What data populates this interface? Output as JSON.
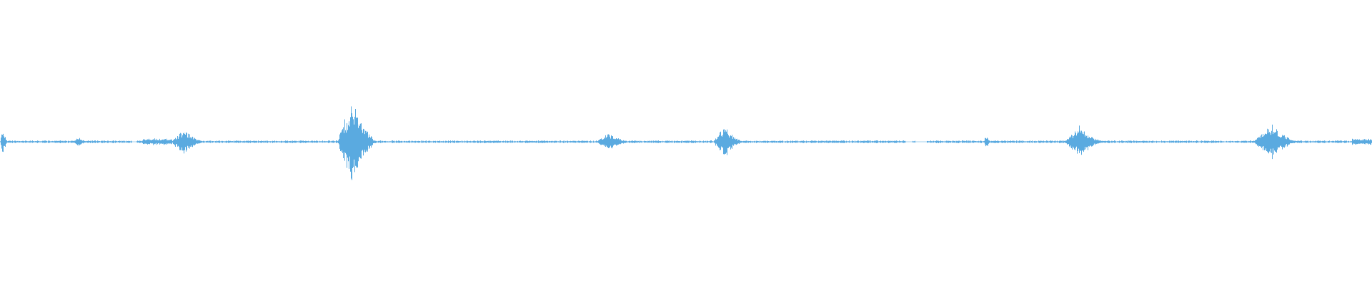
{
  "waveform": {
    "color": "#5aaae0",
    "background": "#ffffff",
    "segments": [
      {
        "start": 0.0,
        "end": 0.006,
        "peak": 0.09,
        "shape": "burst"
      },
      {
        "start": 0.052,
        "end": 0.066,
        "peak": 0.03,
        "shape": "burst"
      },
      {
        "start": 0.104,
        "end": 0.125,
        "peak": 0.02,
        "shape": "noise"
      },
      {
        "start": 0.125,
        "end": 0.15,
        "peak": 0.08,
        "shape": "burst"
      },
      {
        "start": 0.246,
        "end": 0.276,
        "peak": 0.27,
        "shape": "burst"
      },
      {
        "start": 0.435,
        "end": 0.46,
        "peak": 0.06,
        "shape": "burst"
      },
      {
        "start": 0.52,
        "end": 0.543,
        "peak": 0.1,
        "shape": "burst"
      },
      {
        "start": 0.717,
        "end": 0.722,
        "peak": 0.05,
        "shape": "burst"
      },
      {
        "start": 0.776,
        "end": 0.806,
        "peak": 0.1,
        "shape": "burst"
      },
      {
        "start": 0.914,
        "end": 0.948,
        "peak": 0.12,
        "shape": "burst"
      },
      {
        "start": 0.985,
        "end": 1.0,
        "peak": 0.02,
        "shape": "noise"
      }
    ],
    "baseline_noise": 0.006,
    "gaps": [
      [
        0.096,
        0.099
      ],
      [
        0.66,
        0.665
      ],
      [
        0.667,
        0.675
      ]
    ]
  }
}
